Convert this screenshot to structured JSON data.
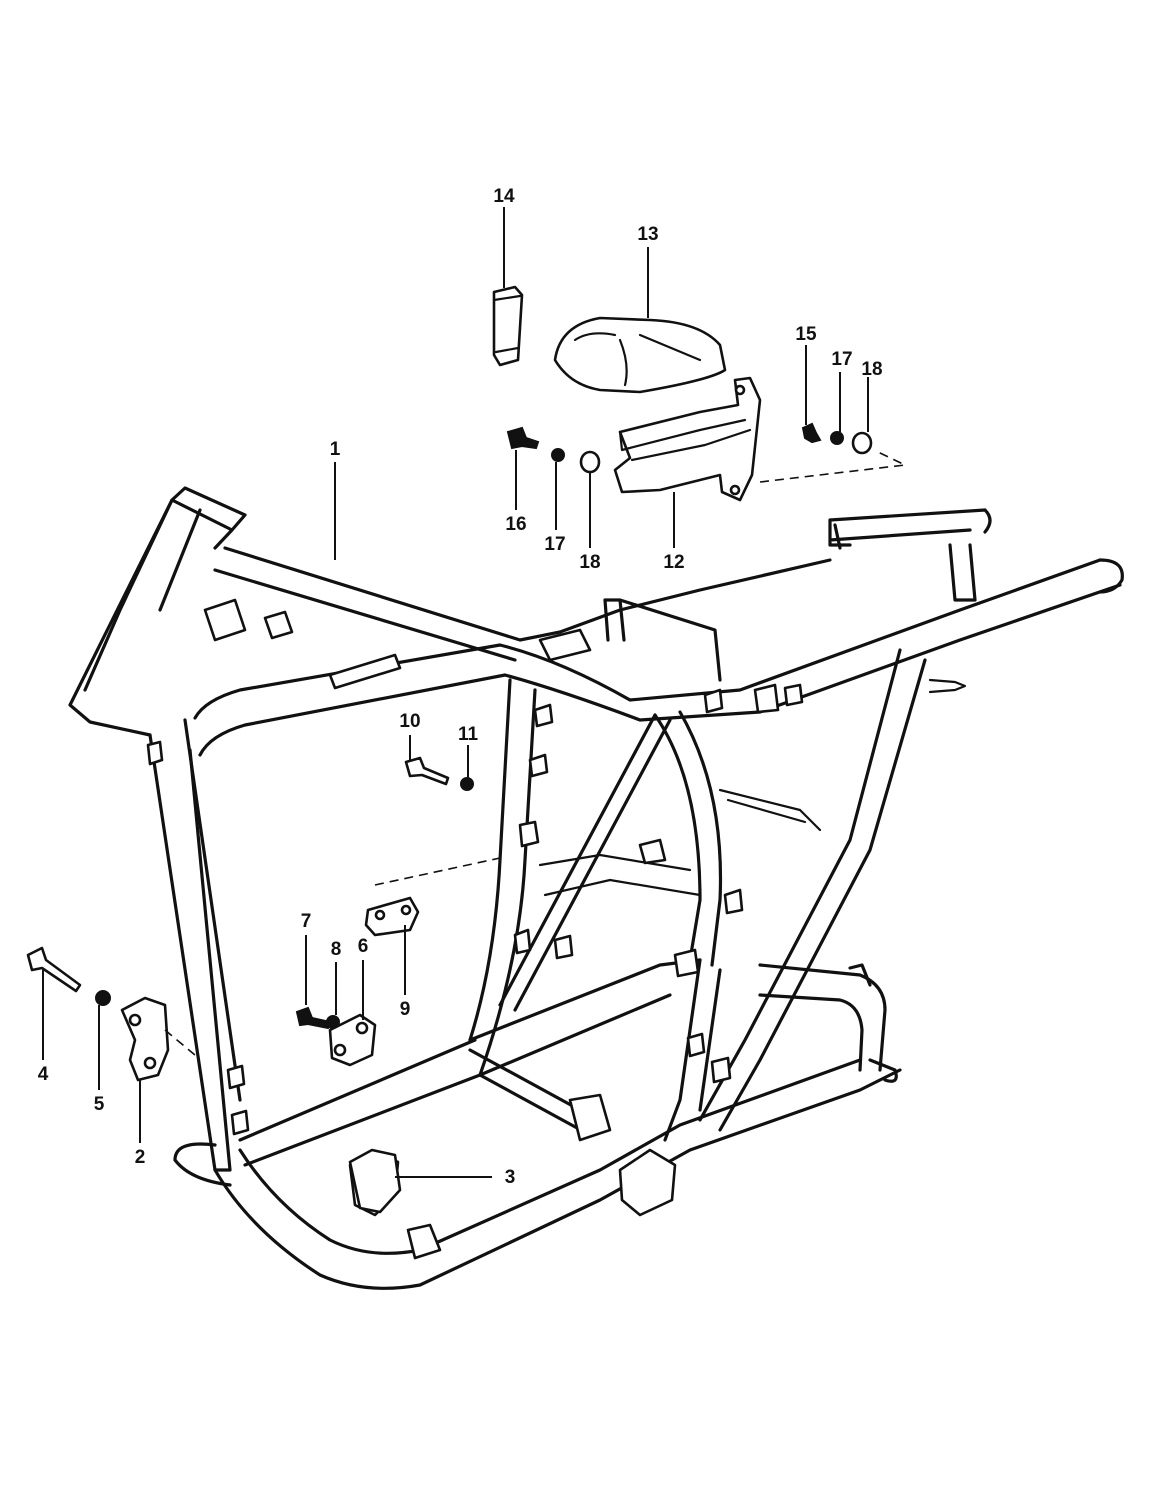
{
  "diagram": {
    "callouts": [
      {
        "id": "c1",
        "label": "1"
      },
      {
        "id": "c2",
        "label": "2"
      },
      {
        "id": "c3",
        "label": "3"
      },
      {
        "id": "c4",
        "label": "4"
      },
      {
        "id": "c5",
        "label": "5"
      },
      {
        "id": "c6",
        "label": "6"
      },
      {
        "id": "c7",
        "label": "7"
      },
      {
        "id": "c8",
        "label": "8"
      },
      {
        "id": "c9",
        "label": "9"
      },
      {
        "id": "c10",
        "label": "10"
      },
      {
        "id": "c11",
        "label": "11"
      },
      {
        "id": "c12",
        "label": "12"
      },
      {
        "id": "c13",
        "label": "13"
      },
      {
        "id": "c14",
        "label": "14"
      },
      {
        "id": "c15",
        "label": "15"
      },
      {
        "id": "c16",
        "label": "16"
      },
      {
        "id": "c17a",
        "label": "17"
      },
      {
        "id": "c17b",
        "label": "17"
      },
      {
        "id": "c18a",
        "label": "18"
      },
      {
        "id": "c18b",
        "label": "18"
      }
    ]
  }
}
